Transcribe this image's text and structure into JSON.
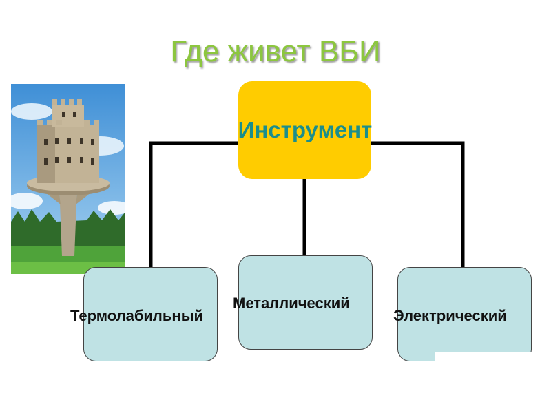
{
  "title": "Где живет ВБИ",
  "root": {
    "label": "Инструмент",
    "fill": "#ffcc00",
    "text_color": "#1b8e8c"
  },
  "children": [
    {
      "label": "Термолабильный"
    },
    {
      "label": "Металлический"
    },
    {
      "label": "Электрический"
    }
  ],
  "colors": {
    "title": "#8cc63f",
    "child_fill": "#bfe2e4",
    "connector": "#000000"
  },
  "image": {
    "description_icon": "tower-castle-image"
  }
}
